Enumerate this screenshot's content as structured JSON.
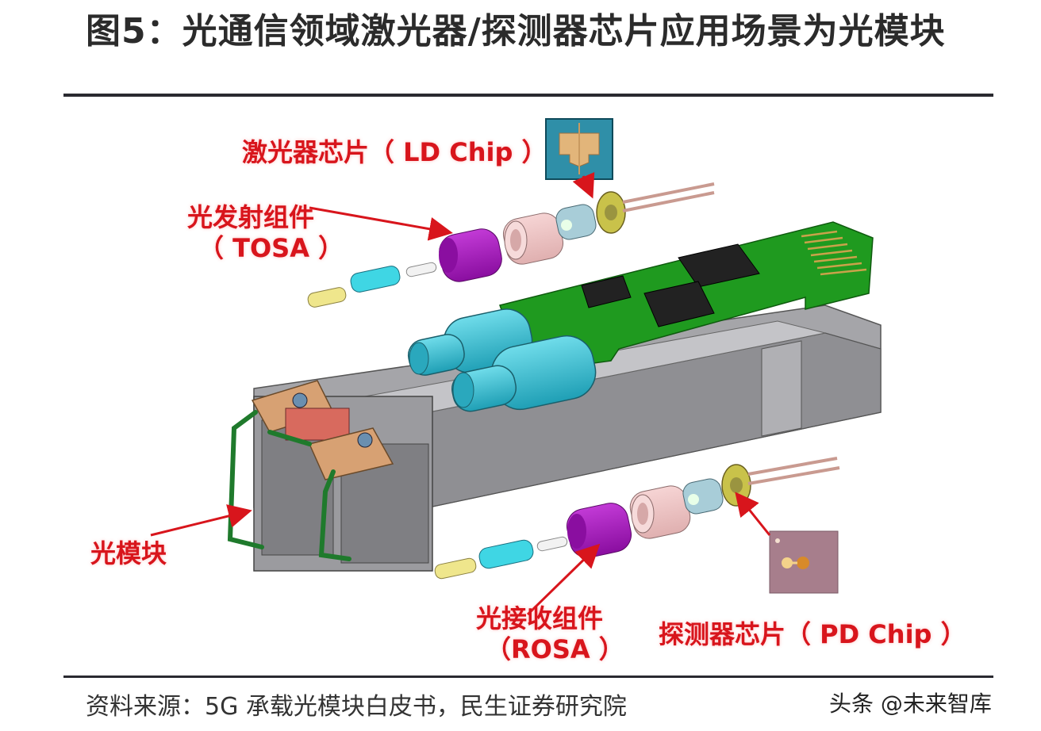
{
  "figure": {
    "title": "图5：光通信领域激光器/探测器芯片应用场景为光模块",
    "source": "资料来源：5G 承载光模块白皮书，民生证券研究院",
    "watermark": "头条 @未来智库"
  },
  "labels": {
    "ld_chip": "激光器芯片（ LD Chip ）",
    "tosa_cn": "光发射组件",
    "tosa_en": "（ TOSA ）",
    "module": "光模块",
    "rosa_cn": "光接收组件",
    "rosa_en": "（ROSA ）",
    "pd_chip": "探测器芯片（ PD Chip ）"
  },
  "colors": {
    "label_red": "#d8151c",
    "pcb_green": "#1f9a1f",
    "connector_cyan": "#36b8cc",
    "sleeve_purple": "#a21ab8",
    "housing_gray": "#9a9a9e",
    "ld_chip_bg": "#2f8fa8",
    "pd_chip_bg": "#a77e8c"
  },
  "components": {
    "tosa_parts": [
      "gold pin",
      "cyan ferrule",
      "white spacer",
      "purple sleeve",
      "pink housing",
      "light-blue lens cap",
      "TO-can with leads"
    ],
    "rosa_parts": [
      "gold pin",
      "cyan ferrule",
      "white spacer",
      "purple sleeve",
      "pink housing",
      "light-blue lens cap",
      "TO-can with leads"
    ],
    "module_parts": [
      "PCB with 3 ICs and edge connector",
      "2 cyan optical sub-assemblies",
      "gray cage housing",
      "tan latches",
      "green bail wire"
    ]
  }
}
